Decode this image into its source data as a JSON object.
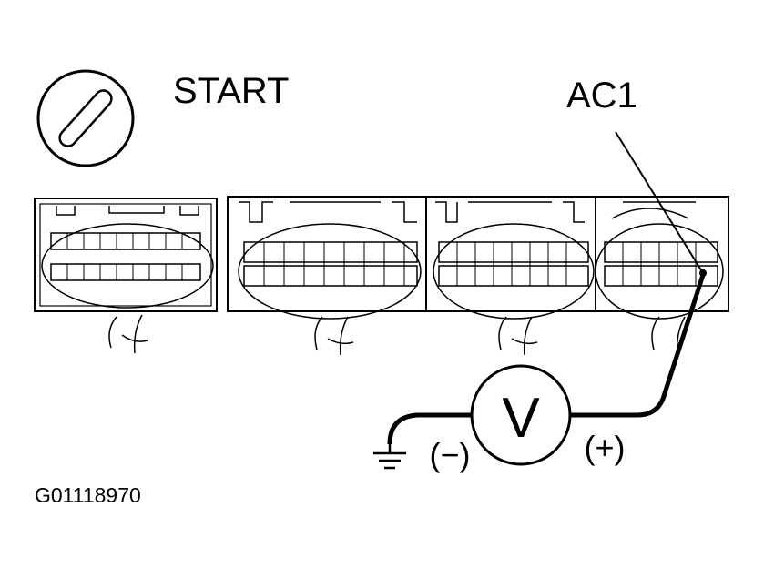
{
  "ignition": {
    "label": "START",
    "icon": "ignition-key-icon"
  },
  "terminal": {
    "label": "AC1"
  },
  "meter": {
    "symbol": "V",
    "icon": "voltmeter-icon",
    "negative_label": "(−)",
    "positive_label": "(+)"
  },
  "ground": {
    "icon": "ground-icon"
  },
  "figure_id": "G01118970",
  "connectors": [
    "connector-1",
    "connector-2",
    "connector-3",
    "connector-4"
  ]
}
